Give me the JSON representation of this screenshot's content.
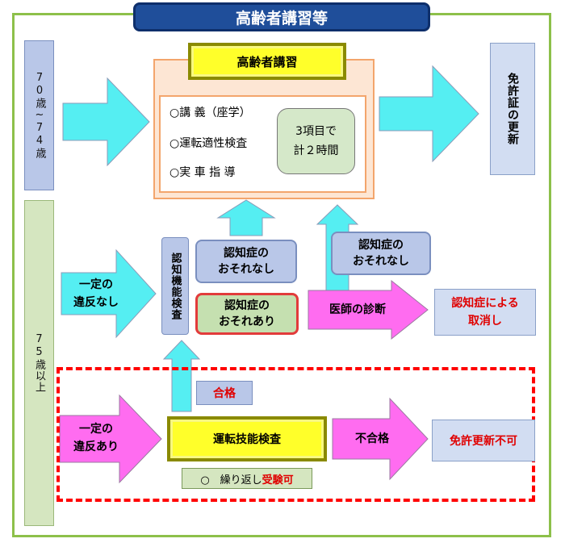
{
  "title": "高齢者講習等",
  "age_groups": {
    "age_70_74": "70歳~74歳",
    "age_75_plus": "75歳以上"
  },
  "lecture": {
    "title": "高齢者講習",
    "items": [
      "○講 義（座学）",
      "○運転適性検査",
      "○実 車 指 導"
    ],
    "summary_line1": "3項目で",
    "summary_line2": "計２時間"
  },
  "renewal": "免許証の更新",
  "no_violation": {
    "line1": "一定の",
    "line2": "違反なし"
  },
  "violation": {
    "line1": "一定の",
    "line2": "違反あり"
  },
  "cognitive_check": "認知機能検査",
  "no_dementia_risk": {
    "line1": "認知症の",
    "line2": "おそれなし"
  },
  "dementia_risk": {
    "line1": "認知症の",
    "line2": "おそれあり"
  },
  "doctor_diagnosis": "医師の診断",
  "revocation": {
    "line1": "認知症による",
    "line2": "取消し"
  },
  "pass": "合格",
  "driving_skill_test": "運転技能検査",
  "fail": "不合格",
  "no_renewal": "免許更新不可",
  "retry": {
    "prefix": "○　繰り返し",
    "highlight": "受験可"
  },
  "colors": {
    "cyan_arrow": "#55eef2",
    "magenta_arrow": "#ff6cf0",
    "frame_green": "#8dc04a",
    "title_blue": "#1f4e9a",
    "highlight_red": "#e00000"
  }
}
